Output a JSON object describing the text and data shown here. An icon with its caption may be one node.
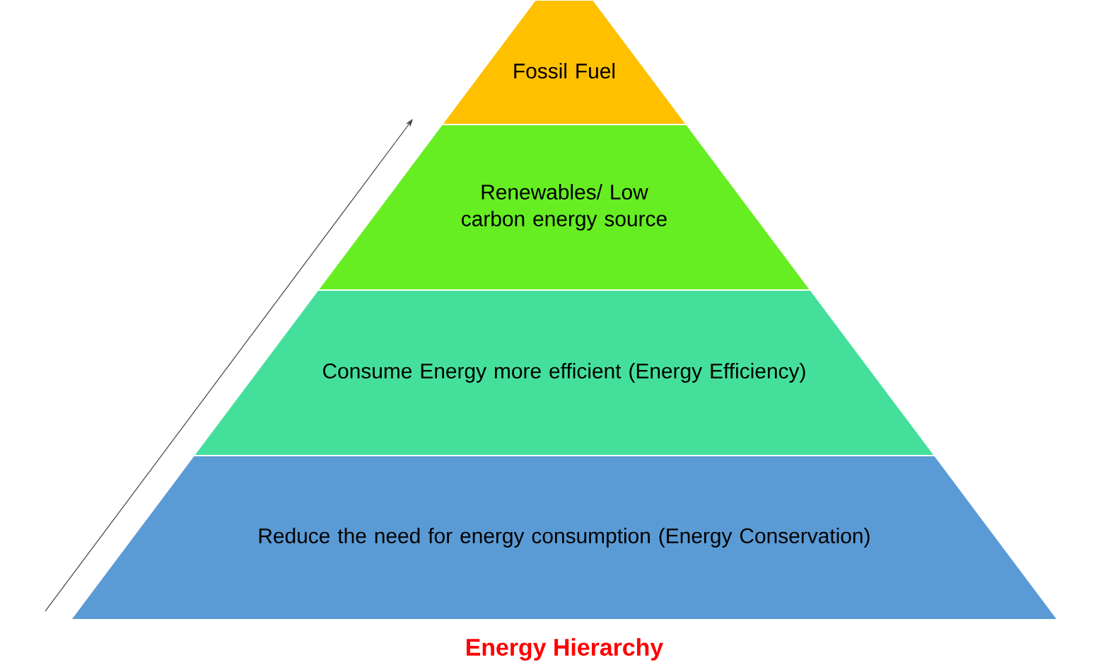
{
  "diagram": {
    "title": "Energy Hierarchy",
    "nodes": [
      {
        "text": [
          "Fossil Fuel"
        ]
      },
      {
        "text": [
          "Renewables/ Low carbon energy source"
        ]
      },
      {
        "text": [
          "Consume Energy more efficient (Energy Efficiency)"
        ]
      },
      {
        "text": [
          "Reduce the need for energy consumption (Energy Conservation)"
        ]
      }
    ]
  }
}
